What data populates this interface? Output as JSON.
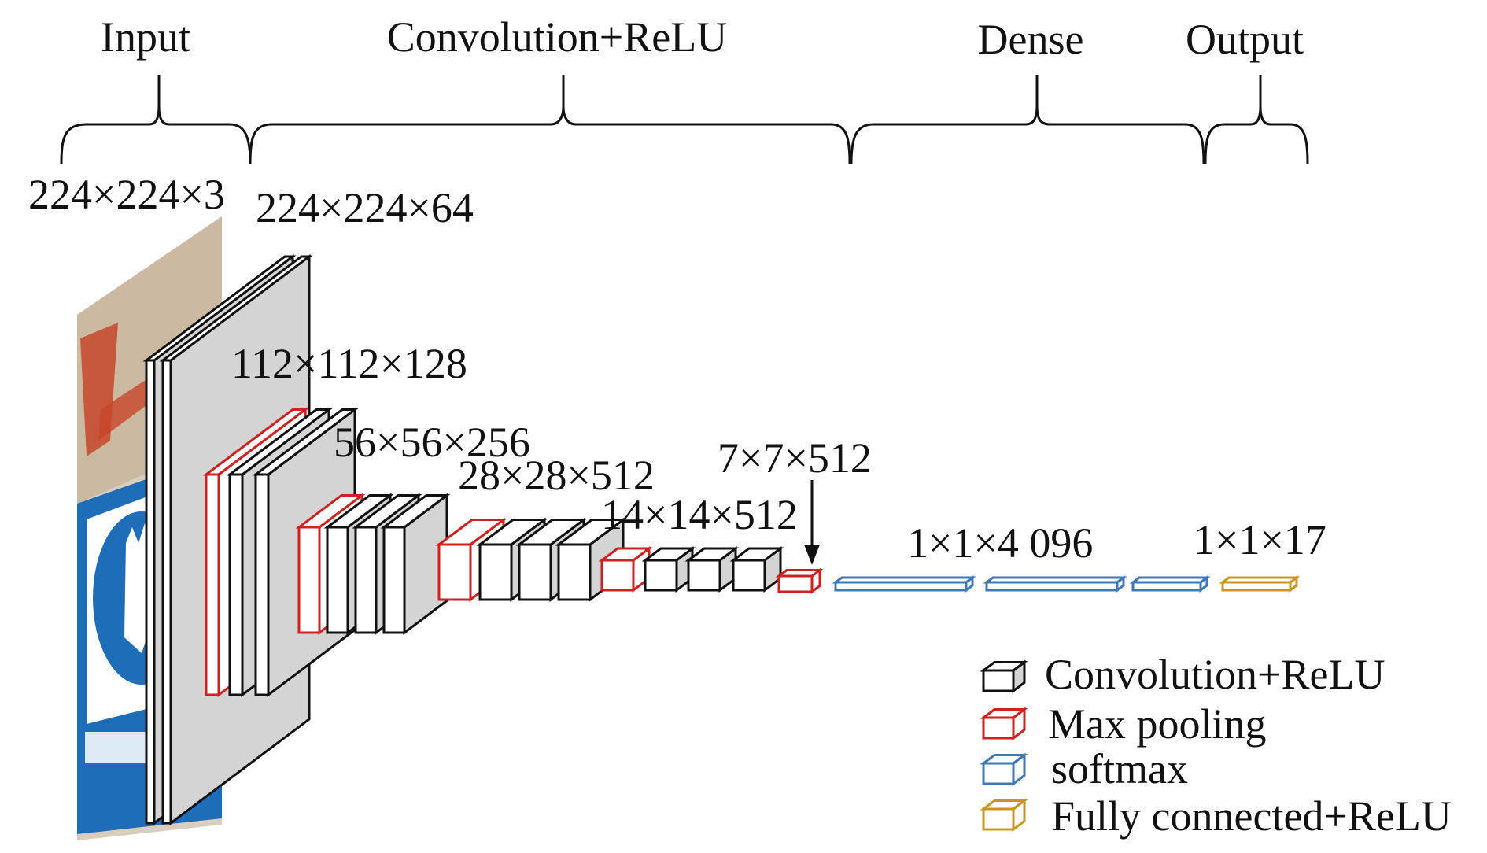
{
  "sections": [
    "Input",
    "Convolution+ReLU",
    "Dense",
    "Output"
  ],
  "dimensions": {
    "input": "224×224×3",
    "block1": "224×224×64",
    "block2": "112×112×128",
    "block3": "56×56×256",
    "block4": "28×28×512",
    "block5": "14×14×512",
    "pool5": "7×7×512",
    "dense": "1×1×4 096",
    "output": "1×1×17"
  },
  "legend": [
    {
      "label": "Convolution+ReLU",
      "color": "#111111"
    },
    {
      "label": "Max pooling",
      "color": "#cc2222"
    },
    {
      "label": "softmax",
      "color": "#3f78b5"
    },
    {
      "label": "Fully connected+ReLU",
      "color": "#c8961e"
    }
  ],
  "colors": {
    "block_face": "#ffffff",
    "block_side": "#d4d4d4",
    "conv_edge": "#111111",
    "pool_edge": "#cc2222",
    "softmax_edge": "#3f78b5",
    "fc_edge": "#c8961e"
  },
  "input_image": {
    "description_icon": "glove-sign-icon"
  }
}
